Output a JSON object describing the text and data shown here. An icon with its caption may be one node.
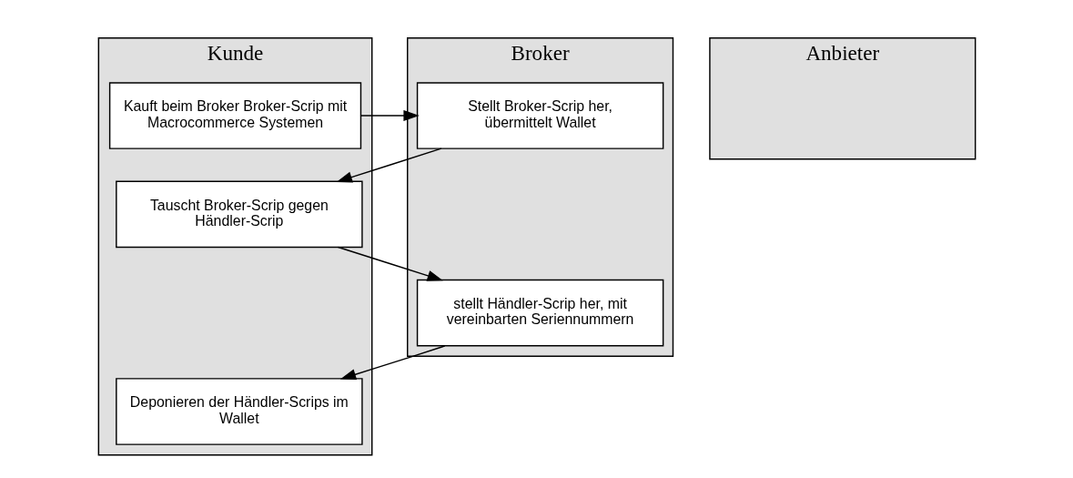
{
  "diagram": {
    "nodes": [
      {
        "text": [
          "Kunde"
        ]
      },
      {
        "text": [
          "Anbieter"
        ]
      },
      {
        "text": [
          "Broker"
        ]
      },
      {
        "text": [
          "Kauft beim Broker Broker-Scrip mit Macrocommerce Systemen"
        ],
        "in": 0
      },
      {
        "text": [
          "Tauscht Broker-Scrip gegen Händler-Scrip"
        ],
        "in": 0
      },
      {
        "text": [
          "Deponieren der Händler-Scrips im Wallet"
        ],
        "in": 0
      },
      {
        "text": [
          "Stellt Broker-Scrip her, übermittelt Wallet"
        ],
        "in": 2
      },
      {
        "text": [
          "stellt Händler-Scrip her, mit vereinbarten Seriennummern"
        ],
        "in": 2
      }
    ],
    "edges": [
      {
        "from": 3,
        "to": 6,
        "arrow": "to"
      },
      {
        "from": 6,
        "to": 4,
        "arrow": "to"
      },
      {
        "from": 4,
        "to": 7,
        "arrow": "to"
      },
      {
        "from": 7,
        "to": 5,
        "arrow": "to"
      }
    ]
  }
}
